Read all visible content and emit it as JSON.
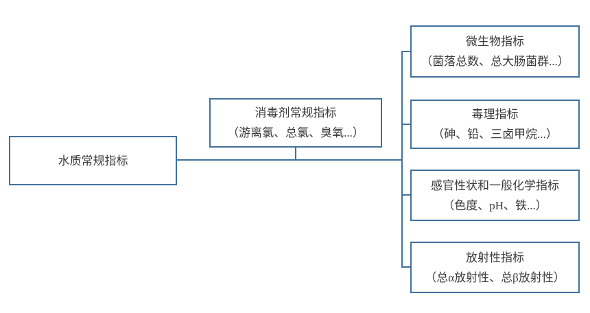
{
  "diagram": {
    "root": {
      "label": "水质常规指标"
    },
    "middle": {
      "label": "消毒剂常规指标",
      "sub": "（游离氯、总氯、臭氧...）"
    },
    "branches": [
      {
        "label": "微生物指标",
        "sub": "（菌落总数、总大肠菌群...）"
      },
      {
        "label": "毒理指标",
        "sub": "（砷、铅、三卤甲烷...）"
      },
      {
        "label": "感官性状和一般化学指标",
        "sub": "（色度、pH、铁...）"
      },
      {
        "label": "放射性指标",
        "sub": "（总α放射性、总β放射性）"
      }
    ],
    "colors": {
      "border": "#41719C",
      "text": "#3B3B3B",
      "background": "#FFFFFF"
    }
  }
}
